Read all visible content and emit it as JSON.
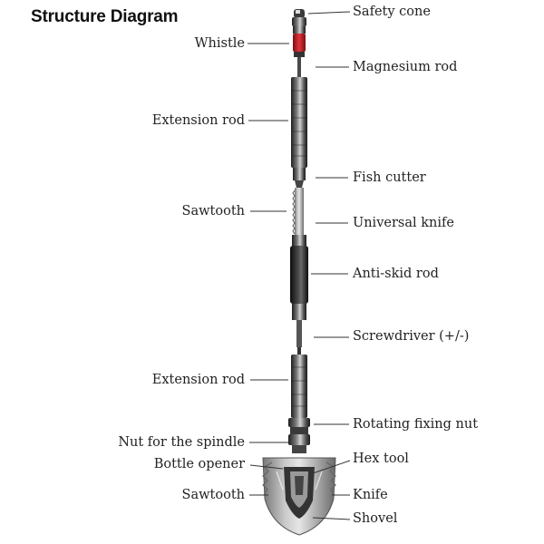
{
  "title": "Structure Diagram",
  "labels": {
    "safety_cone": "Safety cone",
    "whistle": "Whistle",
    "magnesium_rod": "Magnesium rod",
    "extension_rod_upper": "Extension rod",
    "fish_cutter": "Fish cutter",
    "sawtooth_upper": "Sawtooth",
    "universal_knife": "Universal knife",
    "anti_skid_rod": "Anti-skid rod",
    "screwdriver": "Screwdriver (+/-)",
    "extension_rod_lower": "Extension rod",
    "rotating_fixing_nut": "Rotating fixing nut",
    "nut_for_spindle": "Nut for the spindle",
    "hex_tool": "Hex tool",
    "bottle_opener": "Bottle opener",
    "sawtooth_lower": "Sawtooth",
    "knife": "Knife",
    "shovel": "Shovel"
  },
  "colors": {
    "whistle": "#c0262c",
    "metal_dark": "#2b2b2b",
    "metal_mid": "#6e6e6e",
    "metal_light": "#bdbdbd"
  }
}
